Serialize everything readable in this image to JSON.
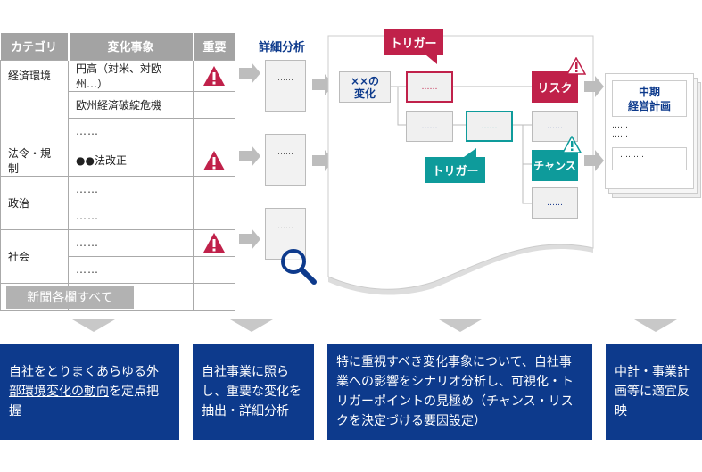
{
  "table": {
    "headers": [
      "カテゴリ",
      "変化事象",
      "重要"
    ],
    "rows": [
      {
        "category": "経済環境",
        "events": [
          "円高（対米、対欧州…）",
          "欧州経済破綻危機",
          "……"
        ],
        "important": [
          true,
          false,
          false
        ]
      },
      {
        "category": "法令・規制",
        "events": [
          "●●法改正"
        ],
        "important": [
          true
        ]
      },
      {
        "category": "政治",
        "events": [
          "……",
          "……"
        ],
        "important": [
          false,
          false
        ]
      },
      {
        "category": "社会",
        "events": [
          "……",
          "……"
        ],
        "important": [
          true,
          false
        ]
      }
    ],
    "overlay_label": "新聞各欄すべて"
  },
  "analysis": {
    "title": "詳細分析",
    "doc_text": "……"
  },
  "scenario": {
    "change": "××の\n変化",
    "change_l1": "××の",
    "change_l2": "変化",
    "trigger1": "トリガー",
    "trigger2": "トリガー",
    "risk": "リスク",
    "chance": "チャンス",
    "dots": "……"
  },
  "plan": {
    "title_l1": "中期",
    "title_l2": "経営計画",
    "dots": "……",
    "dots2": "………"
  },
  "steps": [
    {
      "u": "自社をとりまくあらゆる外部環境変化の動向",
      "rest": "を定点把握"
    },
    {
      "text": "自社事業に照らし、重要な変化を抽出・詳細分析"
    },
    {
      "text": "特に重視すべき変化事象について、自社事業への影響をシナリオ分析し、可視化・トリガーポイントの見極め（チャンス・リスクを決定づける要因設定）"
    },
    {
      "text": "中計・事業計画等に適宜反映"
    }
  ],
  "colors": {
    "navy": "#0d3a8c",
    "crimson": "#c0214a",
    "teal": "#0e9b9b",
    "gray": "#a3a3a3"
  }
}
